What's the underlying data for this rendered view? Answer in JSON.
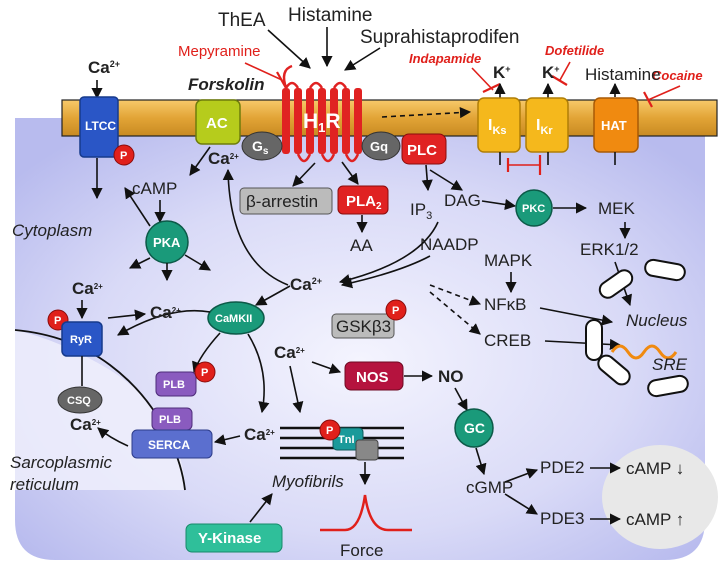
{
  "ligands": {
    "thea": "ThEA",
    "histamine": "Histamine",
    "suprahistaprodifen": "Suprahistaprodifen"
  },
  "inhibitors": {
    "mepyramine": "Mepyramine",
    "indapamide": "Indapamide",
    "dofetilide": "Dofetilide",
    "cocaine": "Cocaine"
  },
  "membrane": {
    "ca_out": "Ca",
    "ca_out_sup": "2+",
    "forskolin": "Forskolin",
    "ltcc": "LTCC",
    "ac": "AC",
    "h1r": "H",
    "h1r_sub": "1",
    "h1r_r": "R",
    "gs": "G",
    "gs_sub": "s",
    "gq": "Gq",
    "plc": "PLC",
    "iks": "I",
    "iks_sub": "Ks",
    "ikr": "I",
    "ikr_sub": "Kr",
    "hat": "HAT",
    "k1": "K",
    "k1_sup": "+",
    "k2": "K",
    "k2_sup": "+",
    "histamine_out": "Histamine"
  },
  "cell": {
    "cytoplasm": "Cytoplasm",
    "camp": "cAMP",
    "ca_ac": "Ca",
    "ca_ac_sup": "2+",
    "pka": "PKA",
    "beta_arrestin": "β-arrestin",
    "pla2": "PLA",
    "pla2_sub": "2",
    "aa": "AA",
    "ip3": "IP",
    "ip3_sub": "3",
    "dag": "DAG",
    "pkc": "PKC",
    "mek": "MEK",
    "erk": "ERK1/2",
    "naadp": "NAADP",
    "mapk": "MAPK",
    "nfkb": "NFκB",
    "creb": "CREB",
    "nucleus": "Nucleus",
    "sre": "SRE",
    "ca_center": "Ca",
    "ca_center_sup": "2+",
    "gsk": "GSKβ3",
    "camkii": "CaMKII",
    "ca_sr_top": "Ca",
    "ca_sr_top_sup": "2+",
    "ca_sr_mid": "Ca",
    "ca_sr_mid_sup": "2+",
    "ryr": "RyR",
    "csq": "CSQ",
    "plb1": "PLB",
    "plb2": "PLB",
    "serca": "SERCA",
    "ca_sr_low": "Ca",
    "ca_sr_low_sup": "2+",
    "sarcoplasmic1": "Sarcoplasmic",
    "sarcoplasmic2": "reticulum",
    "ca_myo": "Ca",
    "ca_myo_sup": "2+",
    "ca_nos": "Ca",
    "ca_nos_sup": "2+",
    "tni": "TnI",
    "myofibrils": "Myofibrils",
    "ykinase": "Y-Kinase",
    "force": "Force",
    "nos": "NOS",
    "no": "NO",
    "gc": "GC",
    "cgmp": "cGMP",
    "pde2": "PDE2",
    "pde3": "PDE3",
    "camp_down": "cAMP ↓",
    "camp_up": "cAMP ↑",
    "phospho": "P"
  }
}
